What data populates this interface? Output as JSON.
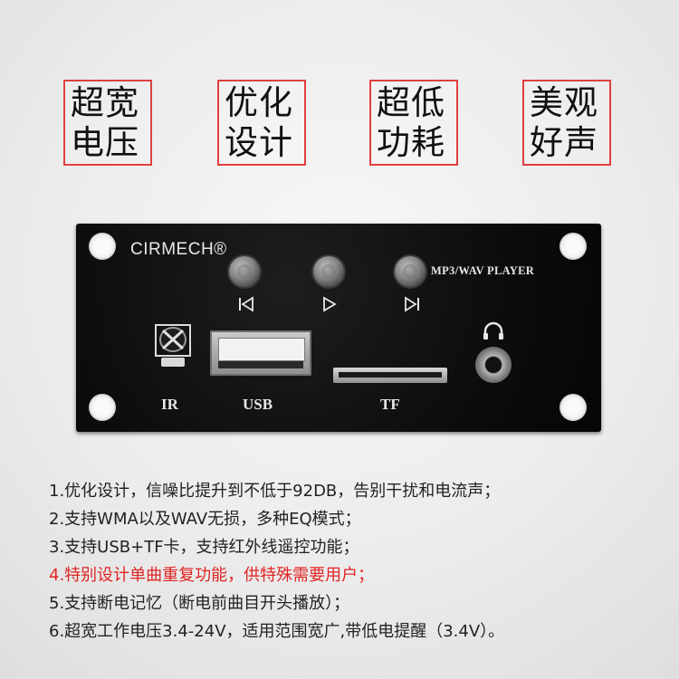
{
  "badges": [
    {
      "text": "超宽\n电压"
    },
    {
      "text": "优化\n设计"
    },
    {
      "text": "超低\n功耗"
    },
    {
      "text": "美观\n好声"
    }
  ],
  "colors": {
    "badge_border": "#e04040",
    "board": "#0d0d0d",
    "highlight_text": "#e02424",
    "body_text": "#222222"
  },
  "board": {
    "brand": "CIRMECH®",
    "player_label": "MP3/WAV PLAYER",
    "buttons": [
      {
        "icon": "previous-icon"
      },
      {
        "icon": "play-icon"
      },
      {
        "icon": "next-icon"
      }
    ],
    "ports": {
      "ir_label": "IR",
      "usb_label": "USB",
      "tf_label": "TF",
      "audio_icon": "headphone-icon"
    }
  },
  "features": [
    {
      "text": "1.优化设计，信噪比提升到不低于92DB，告别干扰和电流声；",
      "highlight": false
    },
    {
      "text": "2.支持WMA以及WAV无损，多种EQ模式；",
      "highlight": false
    },
    {
      "text": "3.支持USB+TF卡，支持红外线遥控功能；",
      "highlight": false
    },
    {
      "text": "4.特别设计单曲重复功能，供特殊需要用户；",
      "highlight": true
    },
    {
      "text": "5.支持断电记忆（断电前曲目开头播放）；",
      "highlight": false
    },
    {
      "text": "6.超宽工作电压3.4-24V，适用范围宽广,带低电提醒（3.4V）。",
      "highlight": false
    }
  ]
}
